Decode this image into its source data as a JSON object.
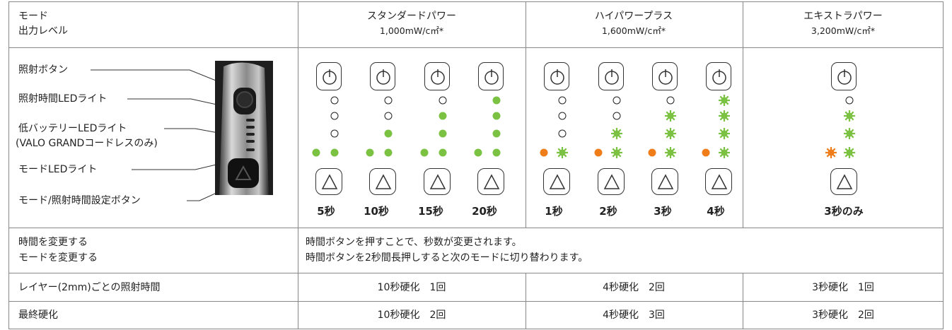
{
  "header": {
    "mode_label": "モード",
    "output_label": "出力レベル",
    "modes": [
      {
        "name": "スタンダードパワー",
        "power": "1,000mW/c㎡*"
      },
      {
        "name": "ハイパワープラス",
        "power": "1,600mW/c㎡*"
      },
      {
        "name": "エキストラパワー",
        "power": "3,200mW/c㎡*"
      }
    ]
  },
  "device_labels": [
    "照射ボタン",
    "照射時間LEDライト",
    "低バッテリーLEDライト",
    "(VALO GRANDコードレスのみ)",
    "モードLEDライト",
    "モード/照射時間設定ボタン"
  ],
  "timers": {
    "standard": [
      "5秒",
      "10秒",
      "15秒",
      "20秒"
    ],
    "high": [
      "1秒",
      "2秒",
      "3秒",
      "4秒"
    ],
    "extra": [
      "3秒のみ"
    ]
  },
  "led_colors": {
    "green": "#7cc242",
    "orange": "#ee7d1a",
    "off": "#ffffff"
  },
  "rows": {
    "change": {
      "label1": "時間を変更する",
      "label2": "モードを変更する",
      "desc1": "時間ボタンを押すことで、秒数が変更されます。",
      "desc2": "時間ボタンを2秒間長押しすると次のモードに切り替わります。"
    },
    "layer": {
      "label": "レイヤー(2mm)ごとの照射時間",
      "values": [
        "10秒硬化　1回",
        "4秒硬化　2回",
        "3秒硬化　1回"
      ]
    },
    "final": {
      "label": "最終硬化",
      "values": [
        "10秒硬化　2回",
        "4秒硬化　3回",
        "3秒硬化　2回"
      ]
    }
  }
}
